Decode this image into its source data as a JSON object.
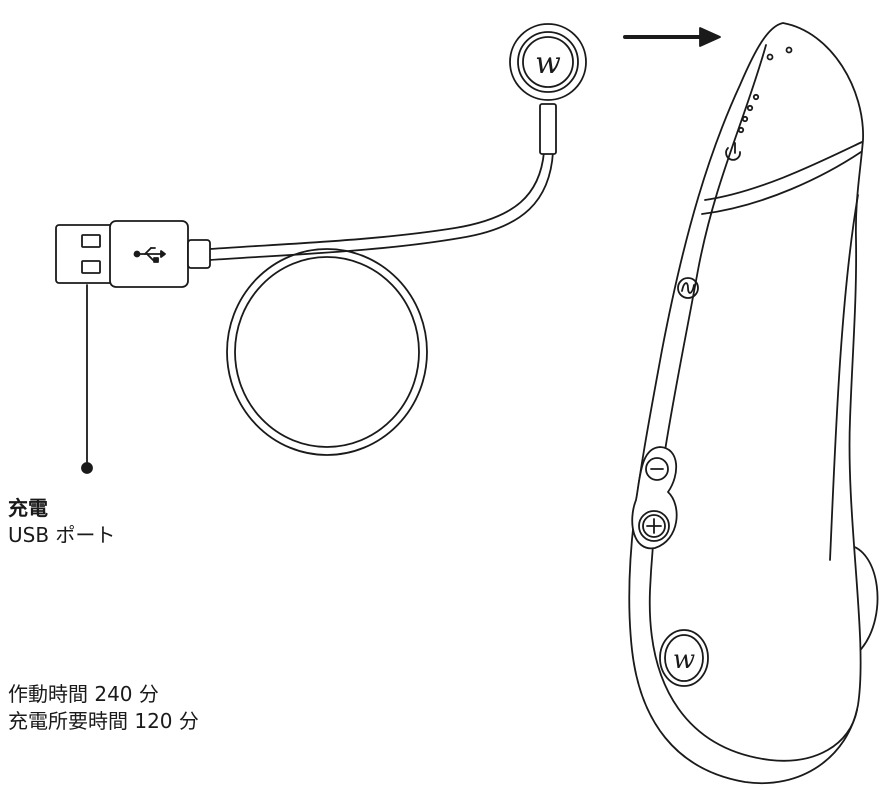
{
  "charging": {
    "title": "充電",
    "port": "USB ポート"
  },
  "specs": {
    "runtime": "作動時間 240 分",
    "charge_time": "充電所要時間 120 分"
  },
  "icons": {
    "usb": "usb-icon",
    "connector_logo": "w-logo-icon",
    "device_logo": "w-logo-icon",
    "power": "power-icon",
    "mode": "wave-icon",
    "minus": "minus-icon",
    "plus": "plus-icon",
    "arrow": "right-arrow-icon"
  },
  "colors": {
    "line": "#1a1a1a",
    "background": "#ffffff"
  }
}
